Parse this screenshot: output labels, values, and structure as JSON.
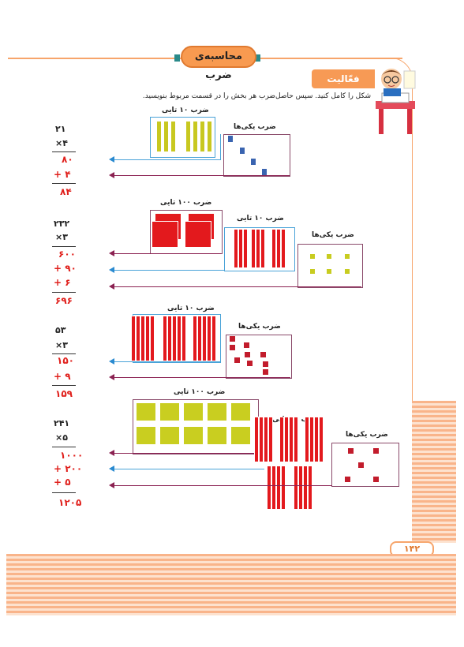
{
  "header": {
    "title": "محاسبه‌ی ضرب"
  },
  "activity": {
    "label": "فعّالیت"
  },
  "instruction": "شکل را کامل کنید. سپس حاصل‌ضرب هر بخش را در قسمت مربوط بنویسید.",
  "labels": {
    "tens": "ضرب ۱۰ تایی",
    "ones": "ضرب یکی‌ها",
    "hundreds": "ضرب ۱۰۰ تایی"
  },
  "problems": [
    {
      "top": "۲۱",
      "mult": "×۴",
      "lines": [
        "۸۰",
        "+ ۴"
      ],
      "result": "۸۴"
    },
    {
      "top": "۲۳۲",
      "mult": "×۳",
      "lines": [
        "۶۰۰",
        "+ ۹۰",
        "+ ۶"
      ],
      "result": "۶۹۶"
    },
    {
      "top": "۵۳",
      "mult": "×۳",
      "lines": [
        "۱۵۰",
        "+ ۹"
      ],
      "result": "۱۵۹"
    },
    {
      "top": "۲۴۱",
      "mult": "×۵",
      "lines": [
        "۱۰۰۰",
        "+ ۲۰۰",
        "+ ۵"
      ],
      "result": "۱۲۰۵"
    }
  ],
  "page_number": "۱۴۲",
  "colors": {
    "accent": "#f89a50",
    "red": "#e3191d",
    "blue": "#3a64b0",
    "yellow": "#c9ce20"
  }
}
